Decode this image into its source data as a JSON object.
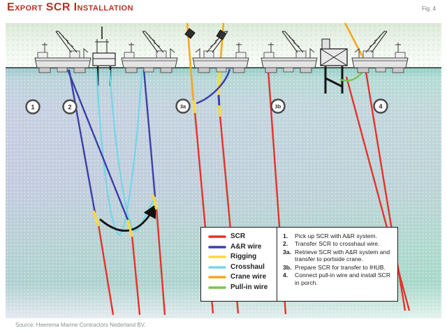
{
  "page": {
    "title": "Export SCR Installation",
    "figure_label": "Fig. 4",
    "source": "Source: Heerema Marine Contractors Nederland BV."
  },
  "legend": {
    "items": [
      {
        "label": "SCR",
        "color": "#e63229"
      },
      {
        "label": "A&R wire",
        "color": "#3c3fa8"
      },
      {
        "label": "Rigging",
        "color": "#ffd93b"
      },
      {
        "label": "Crosshaul",
        "color": "#72d7e8"
      },
      {
        "label": "Crane wire",
        "color": "#f6a71f"
      },
      {
        "label": "Pull-in wire",
        "color": "#7ac455"
      }
    ]
  },
  "steps": [
    {
      "num": "1.",
      "text": "Pick up SCR with A&R system."
    },
    {
      "num": "2.",
      "text": "Transfer SCR to crosshaul wire."
    },
    {
      "num": "3a.",
      "text": "Retrieve SCR with A&R system and transfer to portside crane."
    },
    {
      "num": "3b.",
      "text": "Prepare SCR for transfer to IHUB."
    },
    {
      "num": "4.",
      "text": "Connect pull-in wire and install SCR in porch."
    }
  ],
  "markers": [
    {
      "label": "1"
    },
    {
      "label": "2"
    },
    {
      "label": "3a"
    },
    {
      "label": "3b"
    },
    {
      "label": "4"
    }
  ]
}
